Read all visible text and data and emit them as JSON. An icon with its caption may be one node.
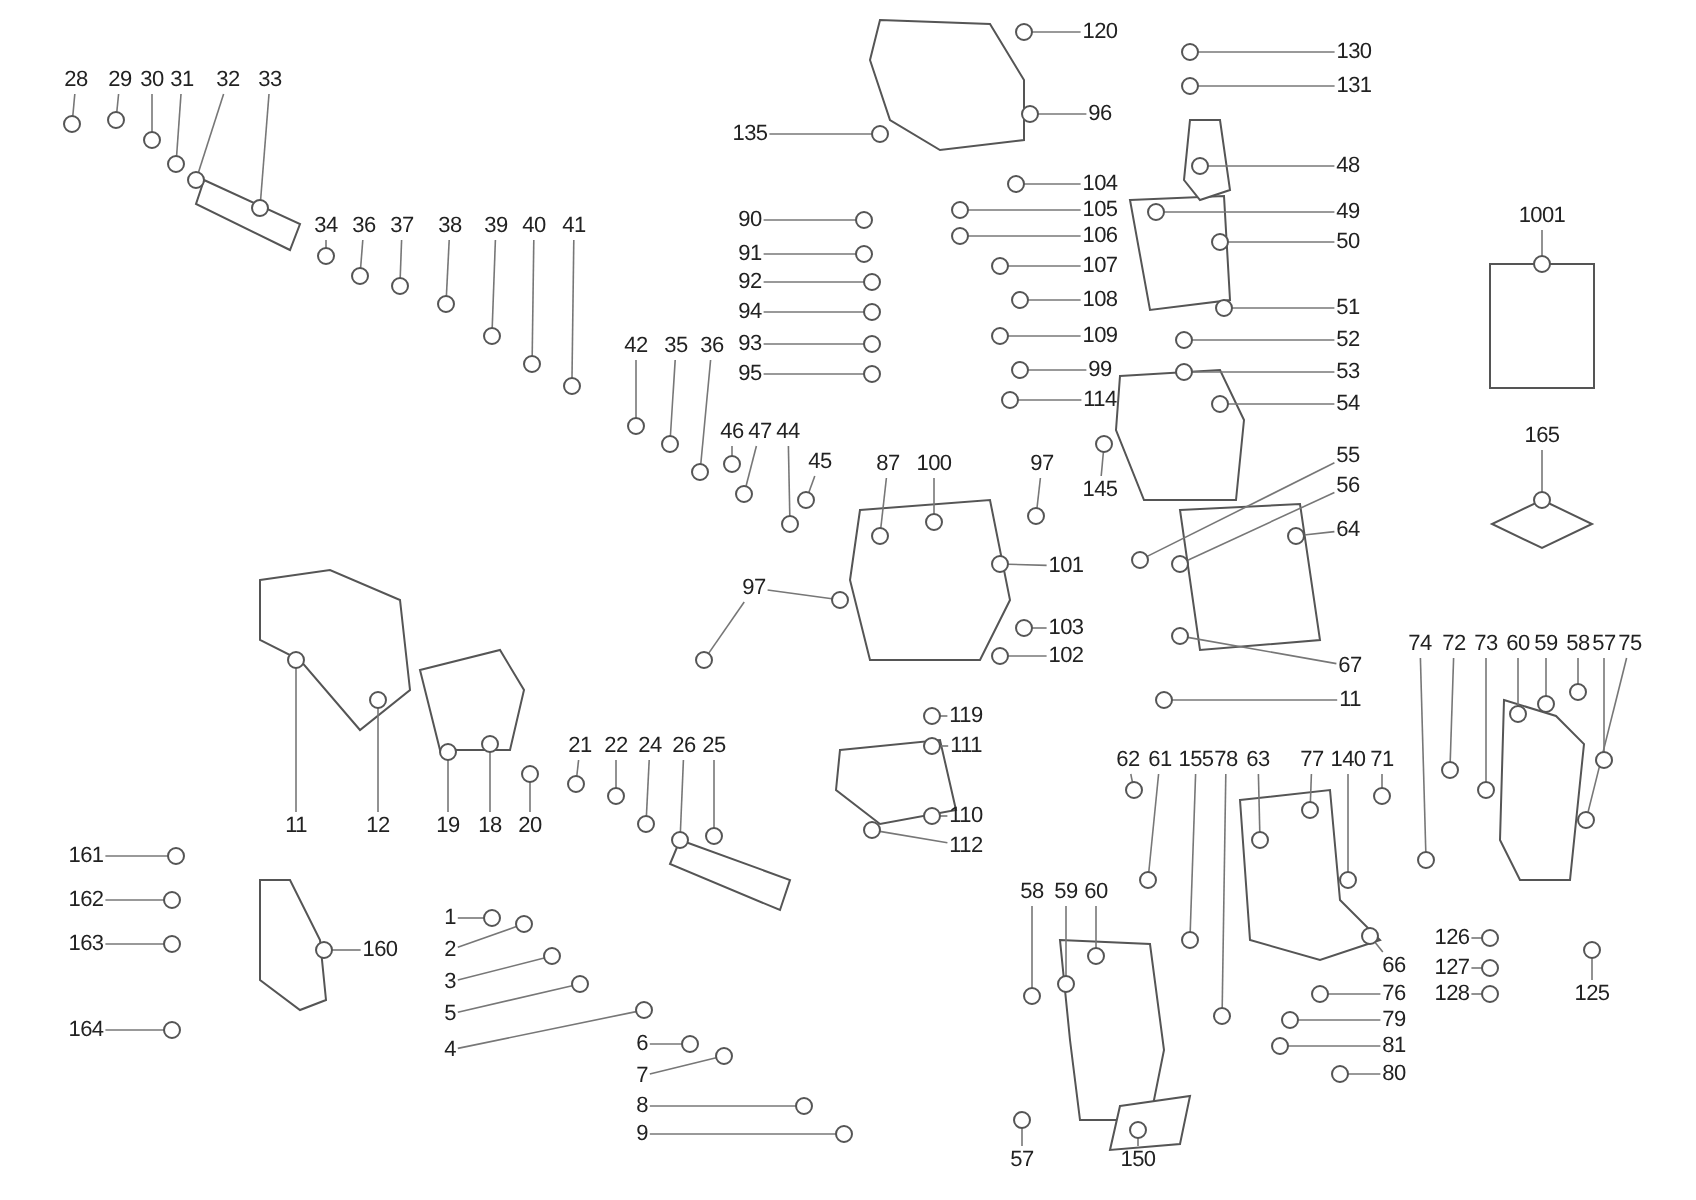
{
  "diagram": {
    "nodes": [
      {
        "text": [
          "28"
        ]
      },
      {
        "text": [
          "29"
        ]
      },
      {
        "text": [
          "30"
        ]
      },
      {
        "text": [
          "31"
        ]
      },
      {
        "text": [
          "32"
        ]
      },
      {
        "text": [
          "33"
        ]
      },
      {
        "text": [
          "34"
        ]
      },
      {
        "text": [
          "36"
        ]
      },
      {
        "text": [
          "37"
        ]
      },
      {
        "text": [
          "38"
        ]
      },
      {
        "text": [
          "39"
        ]
      },
      {
        "text": [
          "40"
        ]
      },
      {
        "text": [
          "41"
        ]
      },
      {
        "text": [
          "42"
        ]
      },
      {
        "text": [
          "35"
        ]
      },
      {
        "text": [
          "36"
        ]
      },
      {
        "text": [
          "46"
        ]
      },
      {
        "text": [
          "47"
        ]
      },
      {
        "text": [
          "44"
        ]
      },
      {
        "text": [
          "45"
        ]
      },
      {
        "text": [
          "87"
        ]
      },
      {
        "text": [
          "100"
        ]
      },
      {
        "text": [
          "97"
        ]
      },
      {
        "text": [
          "101"
        ]
      },
      {
        "text": [
          "120"
        ]
      },
      {
        "text": [
          "96"
        ]
      },
      {
        "text": [
          "135"
        ]
      },
      {
        "text": [
          "104"
        ]
      },
      {
        "text": [
          "105"
        ]
      },
      {
        "text": [
          "106"
        ]
      },
      {
        "text": [
          "90"
        ]
      },
      {
        "text": [
          "91"
        ]
      },
      {
        "text": [
          "92"
        ]
      },
      {
        "text": [
          "94"
        ]
      },
      {
        "text": [
          "93"
        ]
      },
      {
        "text": [
          "95"
        ]
      },
      {
        "text": [
          "107"
        ]
      },
      {
        "text": [
          "108"
        ]
      },
      {
        "text": [
          "109"
        ]
      },
      {
        "text": [
          "99"
        ]
      },
      {
        "text": [
          "114"
        ]
      },
      {
        "text": [
          "130"
        ]
      },
      {
        "text": [
          "131"
        ]
      },
      {
        "text": [
          "48"
        ]
      },
      {
        "text": [
          "49"
        ]
      },
      {
        "text": [
          "50"
        ]
      },
      {
        "text": [
          "51"
        ]
      },
      {
        "text": [
          "52"
        ]
      },
      {
        "text": [
          "53"
        ]
      },
      {
        "text": [
          "54"
        ]
      },
      {
        "text": [
          "1001"
        ]
      },
      {
        "text": [
          "145"
        ]
      },
      {
        "text": [
          "55"
        ]
      },
      {
        "text": [
          "56"
        ]
      },
      {
        "text": [
          "64"
        ]
      },
      {
        "text": [
          "165"
        ]
      },
      {
        "text": [
          "97"
        ]
      },
      {
        "text": [
          "103"
        ]
      },
      {
        "text": [
          "102"
        ]
      },
      {
        "text": [
          "67"
        ]
      },
      {
        "text": [
          "11"
        ]
      },
      {
        "text": [
          "119"
        ]
      },
      {
        "text": [
          "111"
        ]
      },
      {
        "text": [
          "110"
        ]
      },
      {
        "text": [
          "112"
        ]
      },
      {
        "text": [
          "11"
        ]
      },
      {
        "text": [
          "12"
        ]
      },
      {
        "text": [
          "19"
        ]
      },
      {
        "text": [
          "18"
        ]
      },
      {
        "text": [
          "20"
        ]
      },
      {
        "text": [
          "21"
        ]
      },
      {
        "text": [
          "22"
        ]
      },
      {
        "text": [
          "24"
        ]
      },
      {
        "text": [
          "26"
        ]
      },
      {
        "text": [
          "25"
        ]
      },
      {
        "text": [
          "74"
        ]
      },
      {
        "text": [
          "72"
        ]
      },
      {
        "text": [
          "73"
        ]
      },
      {
        "text": [
          "60"
        ]
      },
      {
        "text": [
          "59"
        ]
      },
      {
        "text": [
          "58"
        ]
      },
      {
        "text": [
          "57"
        ]
      },
      {
        "text": [
          "75"
        ]
      },
      {
        "text": [
          "161"
        ]
      },
      {
        "text": [
          "162"
        ]
      },
      {
        "text": [
          "163"
        ]
      },
      {
        "text": [
          "160"
        ]
      },
      {
        "text": [
          "164"
        ]
      },
      {
        "text": [
          "1"
        ]
      },
      {
        "text": [
          "2"
        ]
      },
      {
        "text": [
          "3"
        ]
      },
      {
        "text": [
          "5"
        ]
      },
      {
        "text": [
          "4"
        ]
      },
      {
        "text": [
          "6"
        ]
      },
      {
        "text": [
          "7"
        ]
      },
      {
        "text": [
          "8"
        ]
      },
      {
        "text": [
          "9"
        ]
      },
      {
        "text": [
          "62"
        ]
      },
      {
        "text": [
          "61"
        ]
      },
      {
        "text": [
          "155"
        ]
      },
      {
        "text": [
          "78"
        ]
      },
      {
        "text": [
          "63"
        ]
      },
      {
        "text": [
          "77"
        ]
      },
      {
        "text": [
          "140"
        ]
      },
      {
        "text": [
          "71"
        ]
      },
      {
        "text": [
          "58"
        ]
      },
      {
        "text": [
          "59"
        ]
      },
      {
        "text": [
          "60"
        ]
      },
      {
        "text": [
          "126"
        ]
      },
      {
        "text": [
          "127"
        ]
      },
      {
        "text": [
          "128"
        ]
      },
      {
        "text": [
          "125"
        ]
      },
      {
        "text": [
          "66"
        ]
      },
      {
        "text": [
          "76"
        ]
      },
      {
        "text": [
          "79"
        ]
      },
      {
        "text": [
          "81"
        ]
      },
      {
        "text": [
          "80"
        ]
      },
      {
        "text": [
          "57"
        ]
      },
      {
        "text": [
          "150"
        ]
      },
      {
        "text": [],
        "shape": "circle"
      },
      {
        "text": [],
        "shape": "circle"
      },
      {
        "text": [],
        "shape": "circle"
      },
      {
        "text": [],
        "shape": "circle"
      },
      {
        "text": [],
        "shape": "circle"
      },
      {
        "text": [],
        "shape": "circle"
      },
      {
        "text": [],
        "shape": "circle"
      },
      {
        "text": [],
        "shape": "circle"
      },
      {
        "text": [],
        "shape": "circle"
      },
      {
        "text": [],
        "shape": "circle"
      },
      {
        "text": [],
        "shape": "circle"
      },
      {
        "text": [],
        "shape": "circle"
      },
      {
        "text": [],
        "shape": "circle"
      },
      {
        "text": [],
        "shape": "circle"
      },
      {
        "text": [],
        "shape": "circle"
      },
      {
        "text": [],
        "shape": "circle"
      },
      {
        "text": [],
        "shape": "circle"
      },
      {
        "text": [],
        "shape": "circle"
      },
      {
        "text": [],
        "shape": "circle"
      },
      {
        "text": [],
        "shape": "circle"
      },
      {
        "text": [],
        "shape": "circle"
      },
      {
        "text": [],
        "shape": "circle"
      },
      {
        "text": [],
        "shape": "circle"
      },
      {
        "text": [],
        "shape": "circle"
      },
      {
        "text": [],
        "shape": "circle"
      },
      {
        "text": [],
        "shape": "circle"
      },
      {
        "text": [],
        "shape": "circle"
      },
      {
        "text": [],
        "shape": "circle"
      },
      {
        "text": [],
        "shape": "circle"
      },
      {
        "text": [],
        "shape": "circle"
      },
      {
        "text": [],
        "shape": "circle"
      },
      {
        "text": [],
        "shape": "circle"
      },
      {
        "text": [],
        "shape": "circle"
      },
      {
        "text": [],
        "shape": "circle"
      },
      {
        "text": [],
        "shape": "circle"
      },
      {
        "text": [],
        "shape": "circle"
      },
      {
        "text": [],
        "shape": "circle"
      },
      {
        "text": [],
        "shape": "circle"
      },
      {
        "text": [],
        "shape": "circle"
      },
      {
        "text": [],
        "shape": "circle"
      },
      {
        "text": [],
        "shape": "circle"
      },
      {
        "text": [],
        "shape": "circle"
      },
      {
        "text": [],
        "shape": "circle"
      },
      {
        "text": [],
        "shape": "circle"
      },
      {
        "text": [],
        "shape": "circle"
      },
      {
        "text": [],
        "shape": "circle"
      },
      {
        "text": [],
        "shape": "circle"
      },
      {
        "text": [],
        "shape": "circle"
      },
      {
        "text": [],
        "shape": "circle"
      },
      {
        "text": [],
        "shape": "circle"
      },
      {
        "text": [],
        "shape": "circle"
      },
      {
        "text": [],
        "shape": "circle"
      },
      {
        "text": [],
        "shape": "circle"
      },
      {
        "text": [],
        "shape": "circle"
      },
      {
        "text": [],
        "shape": "circle"
      },
      {
        "text": [],
        "shape": "circle"
      },
      {
        "text": [],
        "shape": "circle"
      },
      {
        "text": [],
        "shape": "circle"
      },
      {
        "text": [],
        "shape": "circle"
      },
      {
        "text": [],
        "shape": "circle"
      },
      {
        "text": [],
        "shape": "circle"
      },
      {
        "text": [],
        "shape": "circle"
      },
      {
        "text": [],
        "shape": "circle"
      },
      {
        "text": [],
        "shape": "circle"
      },
      {
        "text": [],
        "shape": "circle"
      },
      {
        "text": [],
        "shape": "circle"
      },
      {
        "text": [],
        "shape": "circle"
      },
      {
        "text": [],
        "shape": "circle"
      },
      {
        "text": [],
        "shape": "circle"
      },
      {
        "text": [],
        "shape": "circle"
      },
      {
        "text": [],
        "shape": "circle"
      },
      {
        "text": [],
        "shape": "circle"
      },
      {
        "text": [],
        "shape": "circle"
      },
      {
        "text": [],
        "shape": "circle"
      },
      {
        "text": [],
        "shape": "circle"
      },
      {
        "text": [],
        "shape": "circle"
      },
      {
        "text": [],
        "shape": "circle"
      },
      {
        "text": [],
        "shape": "circle"
      },
      {
        "text": [],
        "shape": "circle"
      },
      {
        "text": [],
        "shape": "circle"
      },
      {
        "text": [],
        "shape": "circle"
      },
      {
        "text": [],
        "shape": "circle"
      },
      {
        "text": [],
        "shape": "circle"
      },
      {
        "text": [],
        "shape": "circle"
      },
      {
        "text": [],
        "shape": "circle"
      },
      {
        "text": [],
        "shape": "circle"
      },
      {
        "text": [],
        "shape": "circle"
      },
      {
        "text": [],
        "shape": "circle"
      },
      {
        "text": [],
        "shape": "circle"
      },
      {
        "text": [],
        "shape": "circle"
      },
      {
        "text": [],
        "shape": "circle"
      },
      {
        "text": [],
        "shape": "circle"
      },
      {
        "text": [],
        "shape": "circle"
      },
      {
        "text": [],
        "shape": "circle"
      },
      {
        "text": [],
        "shape": "circle"
      },
      {
        "text": [],
        "shape": "circle"
      },
      {
        "text": [],
        "shape": "circle"
      },
      {
        "text": [],
        "shape": "circle"
      },
      {
        "text": [],
        "shape": "circle"
      },
      {
        "text": [],
        "shape": "circle"
      },
      {
        "text": [],
        "shape": "circle"
      },
      {
        "text": [],
        "shape": "circle"
      },
      {
        "text": [],
        "shape": "circle"
      },
      {
        "text": [],
        "shape": "circle"
      },
      {
        "text": [],
        "shape": "circle"
      },
      {
        "text": [],
        "shape": "circle"
      },
      {
        "text": [],
        "shape": "circle"
      },
      {
        "text": [],
        "shape": "circle"
      },
      {
        "text": [],
        "shape": "circle"
      },
      {
        "text": [],
        "shape": "circle"
      },
      {
        "text": [],
        "shape": "circle"
      },
      {
        "text": [],
        "shape": "circle"
      },
      {
        "text": [],
        "shape": "circle"
      },
      {
        "text": [],
        "shape": "circle"
      },
      {
        "text": [],
        "shape": "circle"
      },
      {
        "text": [],
        "shape": "circle"
      },
      {
        "text": [],
        "shape": "circle"
      },
      {
        "text": [],
        "shape": "circle"
      },
      {
        "text": [],
        "shape": "circle"
      },
      {
        "text": [],
        "shape": "circle"
      }
    ],
    "edges": [
      {
        "from": 0,
        "to": 119,
        "arrow": "none"
      },
      {
        "from": 1,
        "to": 120,
        "arrow": "none"
      },
      {
        "from": 2,
        "to": 121,
        "arrow": "none"
      },
      {
        "from": 3,
        "to": 122,
        "arrow": "none"
      },
      {
        "from": 4,
        "to": 123,
        "arrow": "none"
      },
      {
        "from": 5,
        "to": 124,
        "arrow": "none"
      },
      {
        "from": 6,
        "to": 125,
        "arrow": "none"
      },
      {
        "from": 7,
        "to": 126,
        "arrow": "none"
      },
      {
        "from": 8,
        "to": 127,
        "arrow": "none"
      },
      {
        "from": 9,
        "to": 128,
        "arrow": "none"
      },
      {
        "from": 10,
        "to": 129,
        "arrow": "none"
      },
      {
        "from": 11,
        "to": 130,
        "arrow": "none"
      },
      {
        "from": 12,
        "to": 131,
        "arrow": "none"
      },
      {
        "from": 13,
        "to": 132,
        "arrow": "none"
      },
      {
        "from": 14,
        "to": 133,
        "arrow": "none"
      },
      {
        "from": 15,
        "to": 134,
        "arrow": "none"
      },
      {
        "from": 16,
        "to": 135,
        "arrow": "none"
      },
      {
        "from": 17,
        "to": 136,
        "arrow": "none"
      },
      {
        "from": 18,
        "to": 137,
        "arrow": "none"
      },
      {
        "from": 19,
        "to": 138,
        "arrow": "none"
      },
      {
        "from": 20,
        "to": 139,
        "arrow": "none"
      },
      {
        "from": 21,
        "to": 140,
        "arrow": "none"
      },
      {
        "from": 22,
        "to": 141,
        "arrow": "none"
      },
      {
        "from": 23,
        "to": 142,
        "arrow": "none"
      },
      {
        "from": 24,
        "to": 143,
        "arrow": "none"
      },
      {
        "from": 25,
        "to": 144,
        "arrow": "none"
      },
      {
        "from": 26,
        "to": 145,
        "arrow": "none"
      },
      {
        "from": 27,
        "to": 146,
        "arrow": "none"
      },
      {
        "from": 28,
        "to": 147,
        "arrow": "none"
      },
      {
        "from": 29,
        "to": 148,
        "arrow": "none"
      },
      {
        "from": 30,
        "to": 149,
        "arrow": "none"
      },
      {
        "from": 31,
        "to": 150,
        "arrow": "none"
      },
      {
        "from": 32,
        "to": 151,
        "arrow": "none"
      },
      {
        "from": 33,
        "to": 152,
        "arrow": "none"
      },
      {
        "from": 34,
        "to": 153,
        "arrow": "none"
      },
      {
        "from": 35,
        "to": 154,
        "arrow": "none"
      },
      {
        "from": 36,
        "to": 155,
        "arrow": "none"
      },
      {
        "from": 37,
        "to": 156,
        "arrow": "none"
      },
      {
        "from": 38,
        "to": 157,
        "arrow": "none"
      },
      {
        "from": 39,
        "to": 158,
        "arrow": "none"
      },
      {
        "from": 40,
        "to": 159,
        "arrow": "none"
      },
      {
        "from": 41,
        "to": 160,
        "arrow": "none"
      },
      {
        "from": 42,
        "to": 161,
        "arrow": "none"
      },
      {
        "from": 43,
        "to": 162,
        "arrow": "none"
      },
      {
        "from": 44,
        "to": 163,
        "arrow": "none"
      },
      {
        "from": 45,
        "to": 164,
        "arrow": "none"
      },
      {
        "from": 46,
        "to": 165,
        "arrow": "none"
      },
      {
        "from": 47,
        "to": 166,
        "arrow": "none"
      },
      {
        "from": 48,
        "to": 167,
        "arrow": "none"
      },
      {
        "from": 49,
        "to": 168,
        "arrow": "none"
      },
      {
        "from": 50,
        "to": 169,
        "arrow": "none"
      },
      {
        "from": 51,
        "to": 170,
        "arrow": "none"
      },
      {
        "from": 52,
        "to": 171,
        "arrow": "none"
      },
      {
        "from": 53,
        "to": 172,
        "arrow": "none"
      },
      {
        "from": 54,
        "to": 173,
        "arrow": "none"
      },
      {
        "from": 55,
        "to": 174,
        "arrow": "none"
      },
      {
        "from": 56,
        "to": 175,
        "arrow": "none"
      },
      {
        "from": 57,
        "to": 176,
        "arrow": "none"
      },
      {
        "from": 58,
        "to": 177,
        "arrow": "none"
      },
      {
        "from": 59,
        "to": 178,
        "arrow": "none"
      },
      {
        "from": 60,
        "to": 179,
        "arrow": "none"
      },
      {
        "from": 61,
        "to": 180,
        "arrow": "none"
      },
      {
        "from": 62,
        "to": 181,
        "arrow": "none"
      },
      {
        "from": 63,
        "to": 182,
        "arrow": "none"
      },
      {
        "from": 64,
        "to": 183,
        "arrow": "none"
      },
      {
        "from": 65,
        "to": 184,
        "arrow": "none"
      },
      {
        "from": 66,
        "to": 185,
        "arrow": "none"
      },
      {
        "from": 67,
        "to": 186,
        "arrow": "none"
      },
      {
        "from": 68,
        "to": 187,
        "arrow": "none"
      },
      {
        "from": 69,
        "to": 188,
        "arrow": "none"
      },
      {
        "from": 70,
        "to": 189,
        "arrow": "none"
      },
      {
        "from": 71,
        "to": 190,
        "arrow": "none"
      },
      {
        "from": 72,
        "to": 191,
        "arrow": "none"
      },
      {
        "from": 73,
        "to": 192,
        "arrow": "none"
      },
      {
        "from": 74,
        "to": 193,
        "arrow": "none"
      },
      {
        "from": 75,
        "to": 194,
        "arrow": "none"
      },
      {
        "from": 76,
        "to": 195,
        "arrow": "none"
      },
      {
        "from": 77,
        "to": 196,
        "arrow": "none"
      },
      {
        "from": 78,
        "to": 197,
        "arrow": "none"
      },
      {
        "from": 79,
        "to": 198,
        "arrow": "none"
      },
      {
        "from": 80,
        "to": 199,
        "arrow": "none"
      },
      {
        "from": 81,
        "to": 200,
        "arrow": "none"
      },
      {
        "from": 82,
        "to": 201,
        "arrow": "none"
      },
      {
        "from": 83,
        "to": 202,
        "arrow": "none"
      },
      {
        "from": 84,
        "to": 203,
        "arrow": "none"
      },
      {
        "from": 85,
        "to": 204,
        "arrow": "none"
      },
      {
        "from": 86,
        "to": 205,
        "arrow": "none"
      },
      {
        "from": 87,
        "to": 206,
        "arrow": "none"
      },
      {
        "from": 88,
        "to": 207,
        "arrow": "none"
      },
      {
        "from": 89,
        "to": 208,
        "arrow": "none"
      },
      {
        "from": 90,
        "to": 209,
        "arrow": "none"
      },
      {
        "from": 91,
        "to": 210,
        "arrow": "none"
      },
      {
        "from": 92,
        "to": 211,
        "arrow": "none"
      },
      {
        "from": 93,
        "to": 212,
        "arrow": "none"
      },
      {
        "from": 94,
        "to": 213,
        "arrow": "none"
      },
      {
        "from": 95,
        "to": 214,
        "arrow": "none"
      },
      {
        "from": 96,
        "to": 215,
        "arrow": "none"
      },
      {
        "from": 97,
        "to": 216,
        "arrow": "none"
      },
      {
        "from": 98,
        "to": 217,
        "arrow": "none"
      },
      {
        "from": 99,
        "to": 218,
        "arrow": "none"
      },
      {
        "from": 100,
        "to": 219,
        "arrow": "none"
      },
      {
        "from": 101,
        "to": 220,
        "arrow": "none"
      },
      {
        "from": 102,
        "to": 221,
        "arrow": "none"
      },
      {
        "from": 103,
        "to": 222,
        "arrow": "none"
      },
      {
        "from": 104,
        "to": 223,
        "arrow": "none"
      },
      {
        "from": 105,
        "to": 224,
        "arrow": "none"
      },
      {
        "from": 106,
        "to": 225,
        "arrow": "none"
      },
      {
        "from": 107,
        "to": 226,
        "arrow": "none"
      },
      {
        "from": 108,
        "to": 227,
        "arrow": "none"
      },
      {
        "from": 109,
        "to": 228,
        "arrow": "none"
      },
      {
        "from": 110,
        "to": 229,
        "arrow": "none"
      },
      {
        "from": 111,
        "to": 230,
        "arrow": "none"
      },
      {
        "from": 112,
        "to": 231,
        "arrow": "none"
      },
      {
        "from": 113,
        "to": 232,
        "arrow": "none"
      },
      {
        "from": 114,
        "to": 233,
        "arrow": "none"
      },
      {
        "from": 115,
        "to": 234,
        "arrow": "none"
      },
      {
        "from": 116,
        "to": 235,
        "arrow": "none"
      },
      {
        "from": 117,
        "to": 236,
        "arrow": "none"
      },
      {
        "from": 118,
        "to": 237,
        "arrow": "none"
      },
      {
        "from": 56,
        "to": 238,
        "arrow": "none"
      }
    ]
  }
}
